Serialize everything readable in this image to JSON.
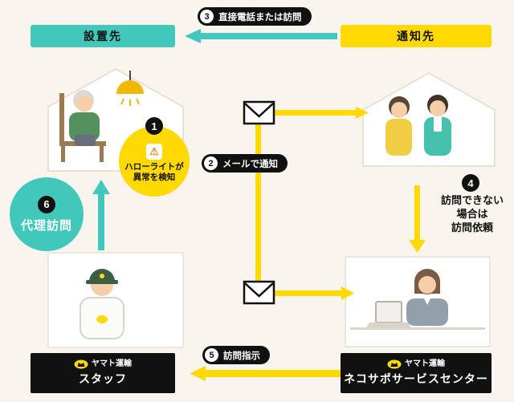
{
  "canvas": {
    "bg": "#f9f5ee"
  },
  "colors": {
    "teal": "#42c8bb",
    "yellow": "#ffd900",
    "black": "#111111"
  },
  "nodes": {
    "installation": {
      "label": "設置先"
    },
    "notification": {
      "label": "通知先"
    },
    "staff": {
      "brand": "ヤマト運輸",
      "label": "スタッフ"
    },
    "service_center": {
      "brand": "ヤマト運輸",
      "label": "ネコサポサービスセンター"
    }
  },
  "steps": {
    "s1": {
      "num": "1",
      "line1": "ハローライトが",
      "line2": "異常を検知"
    },
    "s2": {
      "num": "2",
      "label": "メールで通知"
    },
    "s3": {
      "num": "3",
      "label": "直接電話または訪問"
    },
    "s4": {
      "num": "4",
      "line1": "訪問できない",
      "line2": "場合は",
      "line3": "訪問依頼"
    },
    "s5": {
      "num": "5",
      "label": "訪問指示"
    },
    "s6": {
      "num": "6",
      "label": "代理訪問"
    }
  },
  "icons": {
    "warning": "⚠"
  }
}
